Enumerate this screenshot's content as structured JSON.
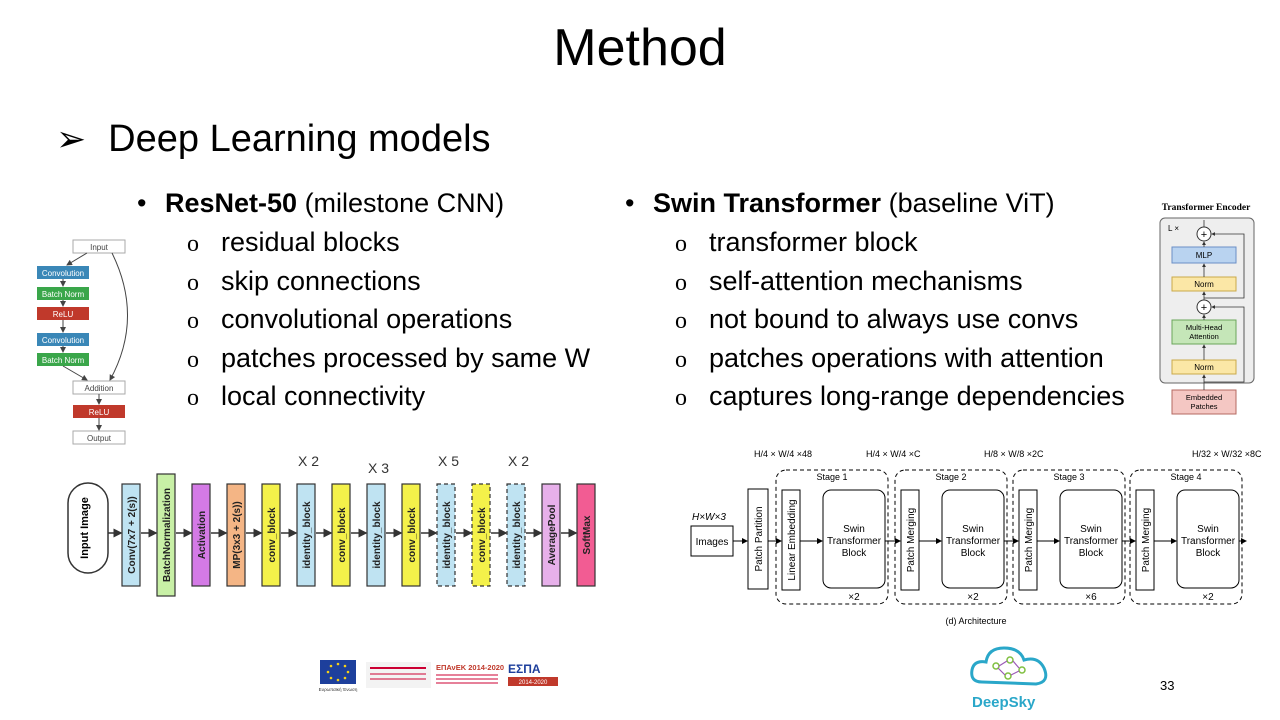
{
  "slide": {
    "title": "Method",
    "subtitle": "Deep Learning models",
    "page_number": "33"
  },
  "left_column": {
    "model": "ResNet-50",
    "note": " (milestone CNN)",
    "items": [
      "residual blocks",
      "skip connections",
      "convolutional operations",
      "patches processed by same W",
      "local connectivity"
    ]
  },
  "right_column": {
    "model": "Swin Transformer",
    "note": " (baseline ViT)",
    "items": [
      "transformer block",
      "self-attention mechanisms",
      "not bound to always use convs",
      "patches operations with attention",
      "captures long-range dependencies"
    ]
  },
  "residual_block": {
    "input": "Input",
    "convolution": "Convolution",
    "batch_norm": "Batch Norm",
    "relu": "ReLU",
    "addition": "Addition",
    "output": "Output"
  },
  "resnet_pipeline": {
    "input": "Input Image",
    "blocks": [
      "Conv(7x7 + 2(s))",
      "BatchNormalization",
      "Activation",
      "MP(3x3 + 2(s))",
      "conv_block",
      "identity_block",
      "conv_block",
      "identity_block",
      "conv_block",
      "identity_block",
      "conv_block",
      "identity_block",
      "AveragePool",
      "SoftMax"
    ],
    "repeats": [
      "X 2",
      "X 3",
      "X 5",
      "X 2"
    ]
  },
  "transformer_encoder": {
    "title": "Transformer Encoder",
    "lx": "L ×",
    "mlp": "MLP",
    "norm": "Norm",
    "mha": "Multi-Head Attention",
    "embedded": "Embedded Patches"
  },
  "swin_architecture": {
    "input_dim": "H×W×3",
    "images": "Images",
    "patch_partition": "Patch Partition",
    "linear_embedding": "Linear Embedding",
    "patch_merging": "Patch Merging",
    "swin_block": [
      "Swin",
      "Transformer",
      "Block"
    ],
    "stages": [
      "Stage 1",
      "Stage 2",
      "Stage 3",
      "Stage 4"
    ],
    "repeats": [
      "×2",
      "×2",
      "×6",
      "×2"
    ],
    "dims": [
      "H/4 × W/4 ×48",
      "H/4 × W/4 ×C",
      "H/8 × W/8 ×2C",
      "H/32 × W/32 ×8C"
    ],
    "caption": "(d) Architecture"
  },
  "footer": {
    "brand": "DeepSky",
    "logos": [
      "Ευρωπαϊκή Ένωση",
      "ΕΠΑνΕΚ 2014-2020",
      "ΕΣΠΑ 2014-2020"
    ]
  },
  "colors": {
    "conv_blue": "#3a87b7",
    "bn_green": "#3aa64a",
    "relu_red": "#c0392b"
  }
}
